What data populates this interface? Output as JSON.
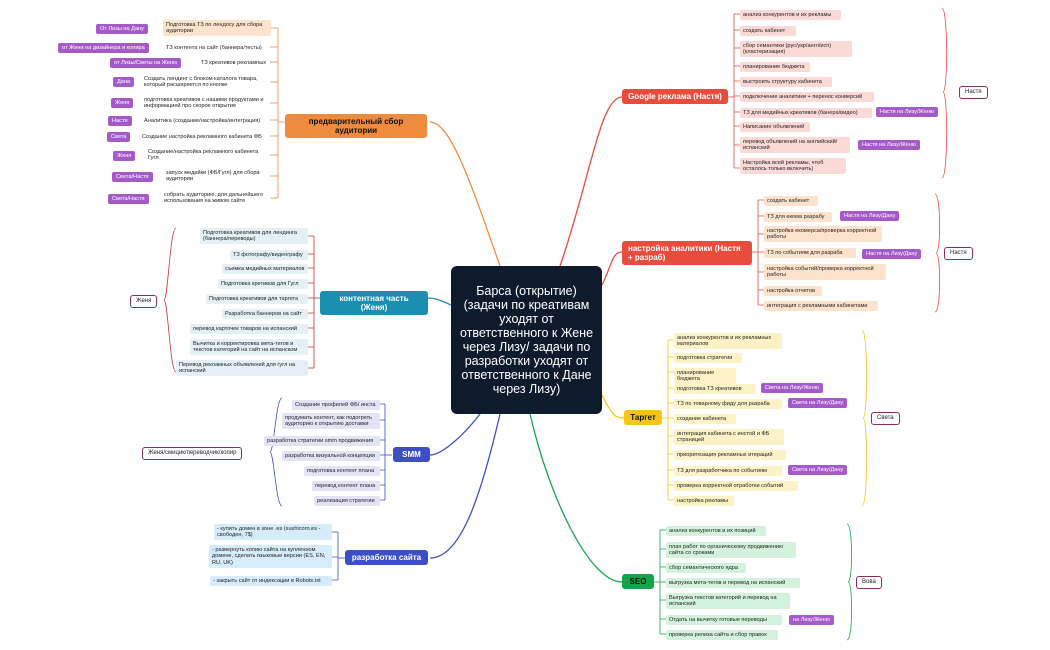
{
  "root": {
    "title": "Барса (открытие) (задачи по креативам уходят от ответственного к Жене через Лизу/ задачи по разработки уходят от ответственного к Дане через Лизу)"
  },
  "colors": {
    "orange": "#f08a3c",
    "red": "#e74c3c",
    "teal": "#1a8fb0",
    "blue": "#3d4fc4",
    "yellow": "#f5c518",
    "green": "#16a34a",
    "purple": "#7b4fc4",
    "tag": "#a55bc7"
  },
  "branches": {
    "audience": {
      "label": "предварительный сбор аудитории",
      "items": [
        {
          "text": "Подготовка ТЗ по лендосу для сбора аудитории",
          "tag": "От Лизы на Дану"
        },
        {
          "text": "ТЗ контента на сайт (баннера/тесты)",
          "tag": "от Жени на дизайнера и копира"
        },
        {
          "text": "ТЗ креативов рекламных",
          "tag": "от Лизы/Светы на Женю"
        },
        {
          "text": "Создать лендинг с блоком каталога товара, который расширяется по кнопке",
          "tag": "Дана"
        },
        {
          "text": "подготовка креативов с нашими продуктами и информацией про скорое открытие",
          "tag": "Женя"
        },
        {
          "text": "Аналитика (создание/настройка/интеграция)",
          "tag": "Настя"
        },
        {
          "text": "Создание настройка рекламного кабинета ФБ",
          "tag": "Света"
        },
        {
          "text": "Создание/настройка рекламного кабинета Гугл",
          "tag": "Женя"
        },
        {
          "text": "запуск медийки (ФБ/Гугл) для сбора аудитории",
          "tag": "Света/Настя"
        },
        {
          "text": "собрать аудиторию, для дальнейшего использования на живом сайте",
          "tag": "Света/Настя"
        }
      ]
    },
    "content": {
      "label": "контентная часть (Женя)",
      "owner": "Женя",
      "items": [
        "Подготовка креативов для лендинга (баннера/переводы)",
        "ТЗ фотографу/видеографу",
        "съемка медийных материалов",
        "Подготовка кретивов для Гугл",
        "Подготовка креативов для таргета",
        "Разработка баннеров на сайт",
        "перевод карточек товаров на испанский",
        "Вычитка и корректировка мета-тегов и текстов категорий на сайт на испанском",
        "Перевод рекламных объявлений для гугл на испанский"
      ]
    },
    "smm": {
      "label": "SMM",
      "owner": "Женя/смицик/переводчик/копир",
      "items": [
        "Создание профилей ФБ/ инста",
        "продумать контент, как подогреть аудиторию к открытию доставки",
        "разработка стратегии smm продвижения",
        "разработка визуальной концепции",
        "подготовка контент плана",
        "перевод контент плана",
        "реализация стратегии"
      ]
    },
    "dev": {
      "label": "разработка сайта",
      "items": [
        "- купить домен в зоне .es (sushicorn.es - свободен, 7$)",
        "- развернуть копию сайта на купленном домене, сделать языковые версии (ES, EN, RU, UK)",
        "- закрыть сайт от индексации в Robots.txt"
      ]
    },
    "google": {
      "label": "Google реклама (Настя)",
      "owner": "Настя",
      "items": [
        {
          "text": "анализ конкурентов и их рекламы",
          "tag": ""
        },
        {
          "text": "создать кабинет",
          "tag": ""
        },
        {
          "text": "сбор семантики (рус/укр/англ/исп) (кластеризация)",
          "tag": ""
        },
        {
          "text": "планирование бюджета",
          "tag": ""
        },
        {
          "text": "выстроить структуру кабинета",
          "tag": ""
        },
        {
          "text": "подключение аналитики + перенос конверсий",
          "tag": ""
        },
        {
          "text": "ТЗ для медийных креативов (банера/видео)",
          "tag": "Настя на Лизу/Женю"
        },
        {
          "text": "Написание объявлений",
          "tag": ""
        },
        {
          "text": "перевод объявлений на английский/испанский",
          "tag": "Настя на Лизу/Женю"
        },
        {
          "text": "Настройка всей рекламы, чтоб осталось только включить)",
          "tag": ""
        }
      ]
    },
    "analytics": {
      "label": "настройка аналитики (Настя + разраб)",
      "owner": "Настя",
      "items": [
        {
          "text": "создать кабинет",
          "tag": ""
        },
        {
          "text": "ТЗ для екома разрабу",
          "tag": "Настя на Лизу/Дану"
        },
        {
          "text": "настройка екомерса/проверка корректной работы",
          "tag": ""
        },
        {
          "text": "ТЗ по событиям для разраба",
          "tag": "Настя на Лизу/Дану"
        },
        {
          "text": "настройка событий/проверка корректной работы",
          "tag": ""
        },
        {
          "text": "настройка отчетов",
          "tag": ""
        },
        {
          "text": "интеграция с рекламными кабинетами",
          "tag": ""
        }
      ]
    },
    "target": {
      "label": "Таргет",
      "owner": "Света",
      "items": [
        {
          "text": "анализ конкурентов и их рекламных материалов",
          "tag": ""
        },
        {
          "text": "подготовка стратегии",
          "tag": ""
        },
        {
          "text": "планирование бюджета",
          "tag": ""
        },
        {
          "text": "подготовка ТЗ креативов",
          "tag": "Света на Лизу/Женю"
        },
        {
          "text": "ТЗ по товарному фиду для разраба",
          "tag": "Света на Лизу/Дану"
        },
        {
          "text": "создание кабинета",
          "tag": ""
        },
        {
          "text": "интеграция кабинета с инстой и ФБ страницей",
          "tag": ""
        },
        {
          "text": "приоритезация рекламных итераций",
          "tag": ""
        },
        {
          "text": "ТЗ для разработчика по событиям",
          "tag": "Света на Лизу/Дану"
        },
        {
          "text": "проверка корректной отработки событий",
          "tag": ""
        },
        {
          "text": "настройка рекламы",
          "tag": ""
        }
      ]
    },
    "seo": {
      "label": "SEO",
      "owner": "Вова",
      "items": [
        {
          "text": "анализ конкурентов и их позиций",
          "tag": ""
        },
        {
          "text": "план работ по органическому продвижению сайта со сроками",
          "tag": ""
        },
        {
          "text": "сбор семантического ядра",
          "tag": ""
        },
        {
          "text": "выгрузка мета-тегов и перевод на испанский",
          "tag": ""
        },
        {
          "text": "Выгрузка текстов категорий и перевод на испанский",
          "tag": ""
        },
        {
          "text": "Отдать на вычитку готовые переводы",
          "tag": "на Лизу/Женю"
        },
        {
          "text": "проверка релиза сайта и сбор правок",
          "tag": ""
        }
      ]
    }
  }
}
